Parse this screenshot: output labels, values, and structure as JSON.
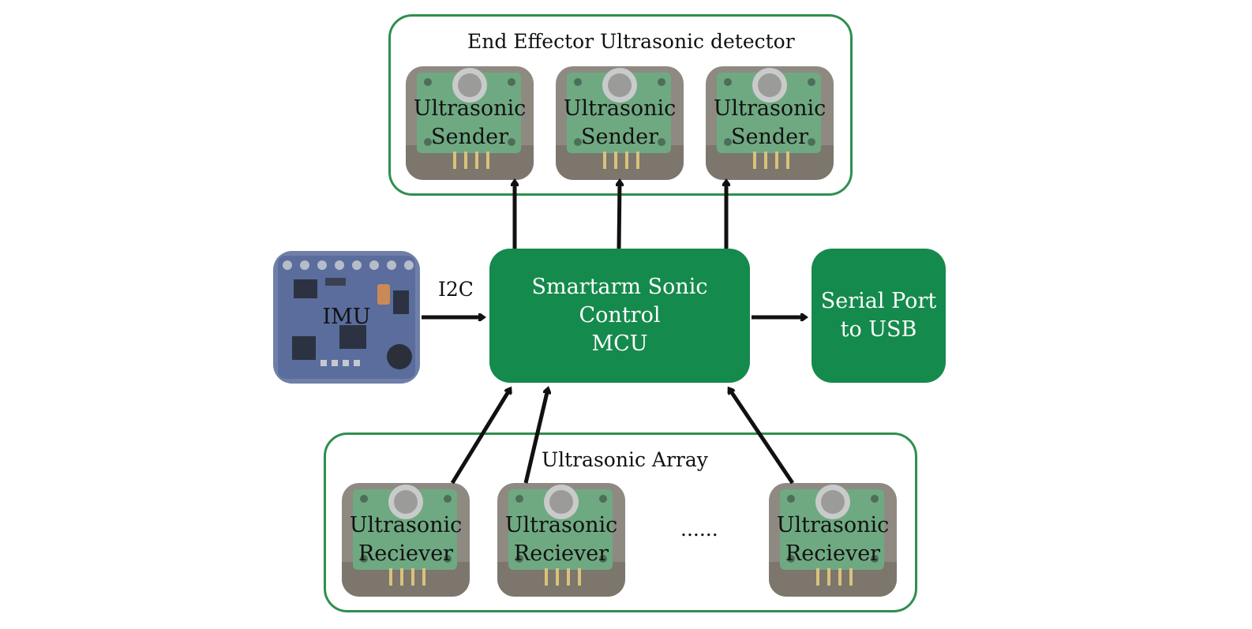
{
  "top_group": {
    "title": "End Effector Ultrasonic detector"
  },
  "senders": [
    {
      "line1": "Ultrasonic",
      "line2": "Sender"
    },
    {
      "line1": "Ultrasonic",
      "line2": "Sender"
    },
    {
      "line1": "Ultrasonic",
      "line2": "Sender"
    }
  ],
  "bottom_group": {
    "title": "Ultrasonic Array"
  },
  "receivers": [
    {
      "line1": "Ultrasonic",
      "line2": "Reciever"
    },
    {
      "line1": "Ultrasonic",
      "line2": "Reciever"
    },
    {
      "line1": "Ultrasonic",
      "line2": "Reciever"
    }
  ],
  "ellipsis": "......",
  "imu": {
    "label": "IMU"
  },
  "i2c_label": "I2C",
  "mcu": {
    "line1": "Smartarm Sonic Control",
    "line2": "MCU"
  },
  "serial": {
    "line1": "Serial Port",
    "line2": "to USB"
  },
  "colors": {
    "accent_green": "#158a4d",
    "border_green": "#2f8f4e",
    "arrow": "#111111"
  }
}
